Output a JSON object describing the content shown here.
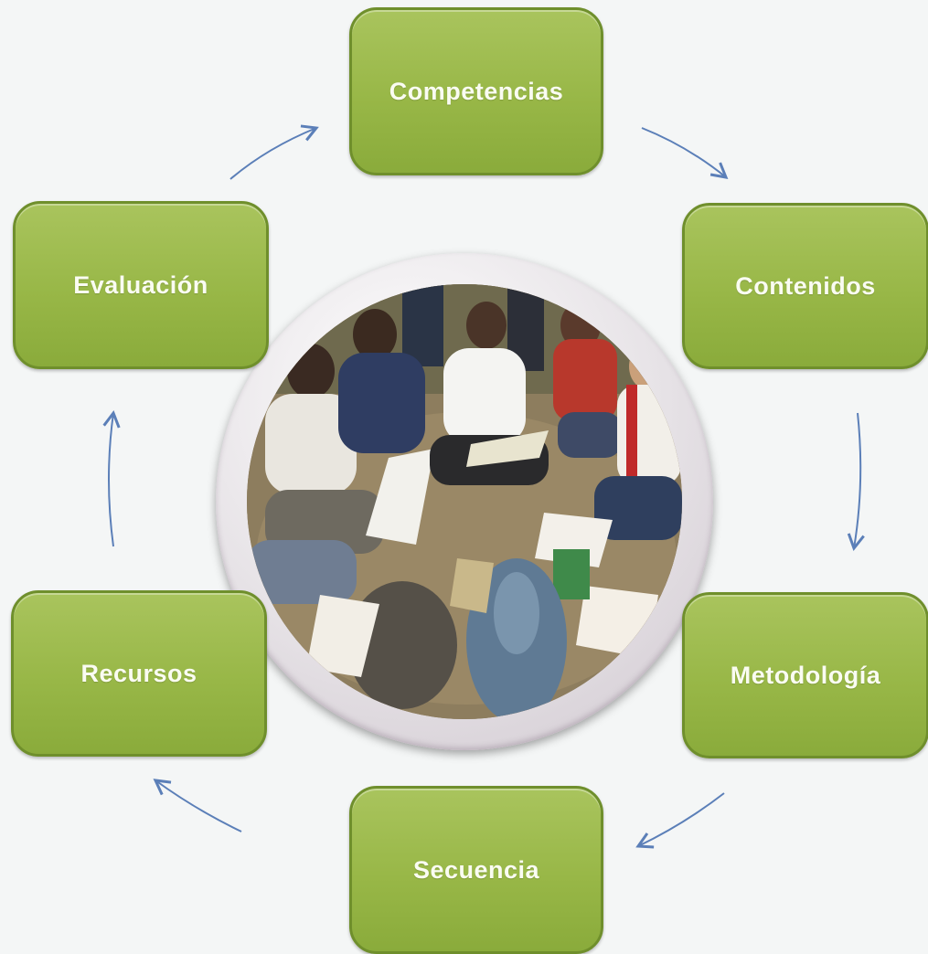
{
  "diagram": {
    "nodes": [
      {
        "id": "competencias",
        "label": "Competencias"
      },
      {
        "id": "contenidos",
        "label": "Contenidos"
      },
      {
        "id": "metodologia",
        "label": "Metodología"
      },
      {
        "id": "secuencia",
        "label": "Secuencia"
      },
      {
        "id": "recursos",
        "label": "Recursos"
      },
      {
        "id": "evaluacion",
        "label": "Evaluación"
      }
    ],
    "edges": [
      {
        "from": "evaluacion",
        "to": "competencias"
      },
      {
        "from": "competencias",
        "to": "contenidos"
      },
      {
        "from": "contenidos",
        "to": "metodologia"
      },
      {
        "from": "metodologia",
        "to": "secuencia"
      },
      {
        "from": "secuencia",
        "to": "recursos"
      },
      {
        "from": "recursos",
        "to": "evaluacion"
      }
    ],
    "colors": {
      "node_fill": "#98b747",
      "node_border": "#6f8f2c",
      "node_text": "#fafcf2",
      "arrow": "#5b7fb8",
      "background": "#f4f6f6"
    },
    "center_image": "photo of students sitting in a circle on the ground reading papers"
  }
}
